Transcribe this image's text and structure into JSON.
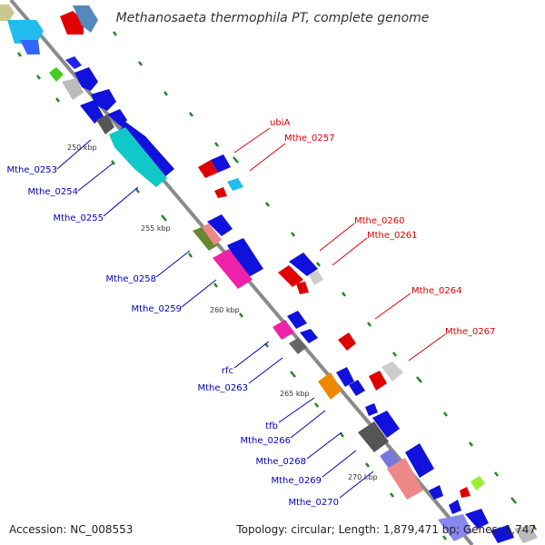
{
  "title": "Methanosaeta thermophila PT, complete genome",
  "footer": {
    "accession": "Accession: NC_008553",
    "summary": "Topology: circular; Length: 1,879,471 bp; Genes: 1,747"
  },
  "colors": {
    "backbone": "#8a8a8a",
    "label_red": "#dd0000",
    "label_blue": "#0000bb",
    "tick_green": "#228822"
  },
  "ticks": [
    {
      "label": "250 kbp"
    },
    {
      "label": "255 kbp"
    },
    {
      "label": "260 kbp"
    },
    {
      "label": "265 kbp"
    },
    {
      "label": "270 kbp"
    }
  ],
  "labels_red": [
    {
      "text": "ubiA"
    },
    {
      "text": "Mthe_0257"
    },
    {
      "text": "Mthe_0260"
    },
    {
      "text": "Mthe_0261"
    },
    {
      "text": "Mthe_0264"
    },
    {
      "text": "Mthe_0267"
    }
  ],
  "labels_blue": [
    {
      "text": "Mthe_0253"
    },
    {
      "text": "Mthe_0254"
    },
    {
      "text": "Mthe_0255"
    },
    {
      "text": "Mthe_0258"
    },
    {
      "text": "Mthe_0259"
    },
    {
      "text": "rfc"
    },
    {
      "text": "Mthe_0263"
    },
    {
      "text": "tfb"
    },
    {
      "text": "Mthe_0266"
    },
    {
      "text": "Mthe_0268"
    },
    {
      "text": "Mthe_0269"
    },
    {
      "text": "Mthe_0270"
    }
  ]
}
